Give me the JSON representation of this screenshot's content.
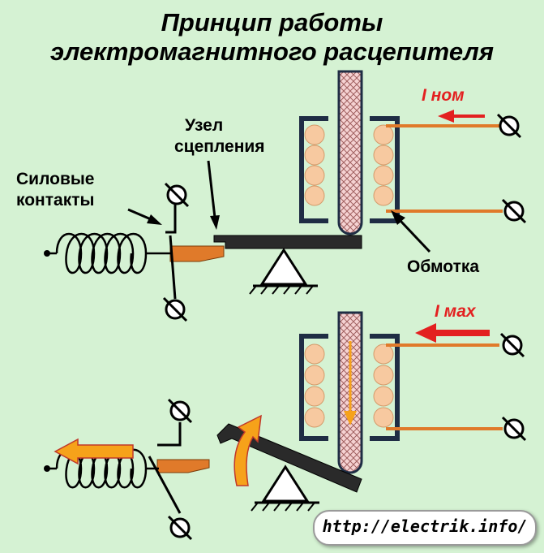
{
  "title": {
    "line1": "Принцип работы",
    "line2": "электромагнитного расцепителя"
  },
  "labels": {
    "latch_line1": "Узел",
    "latch_line2": "сцепления",
    "contacts_line1": "Силовые",
    "contacts_line2": "контакты",
    "winding": "Обмотка"
  },
  "currents": {
    "nominal": "I ном",
    "max": "I мах"
  },
  "watermark": {
    "url": "http://electrik.info/"
  },
  "colors": {
    "background": "#d5f2d3",
    "coil_frame": "#1f2d44",
    "coil_turn": "#f7c9a0",
    "wire": "#e07a2a",
    "current_arrow": "#e32020",
    "motion_arrow": "#f6a21a",
    "plunger": "#f5d2d2",
    "lever": "#2a2a2a",
    "latch": "#e07a2a"
  }
}
